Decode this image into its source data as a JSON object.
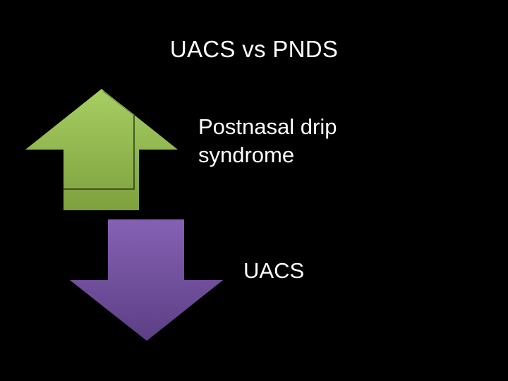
{
  "slide": {
    "title": "UACS vs PNDS",
    "upper_label": "Postnasal drip syndrome",
    "lower_label": "UACS"
  },
  "colors": {
    "background": "#000000",
    "text": "#ffffff",
    "up_arrow_top": "#a6cf62",
    "up_arrow_bottom": "#7ea03e",
    "down_arrow_top": "#8561b3",
    "down_arrow_bottom": "#5c3f85"
  },
  "icons": {
    "upper": "green-up-arrow-icon",
    "lower": "purple-down-arrow-icon"
  }
}
